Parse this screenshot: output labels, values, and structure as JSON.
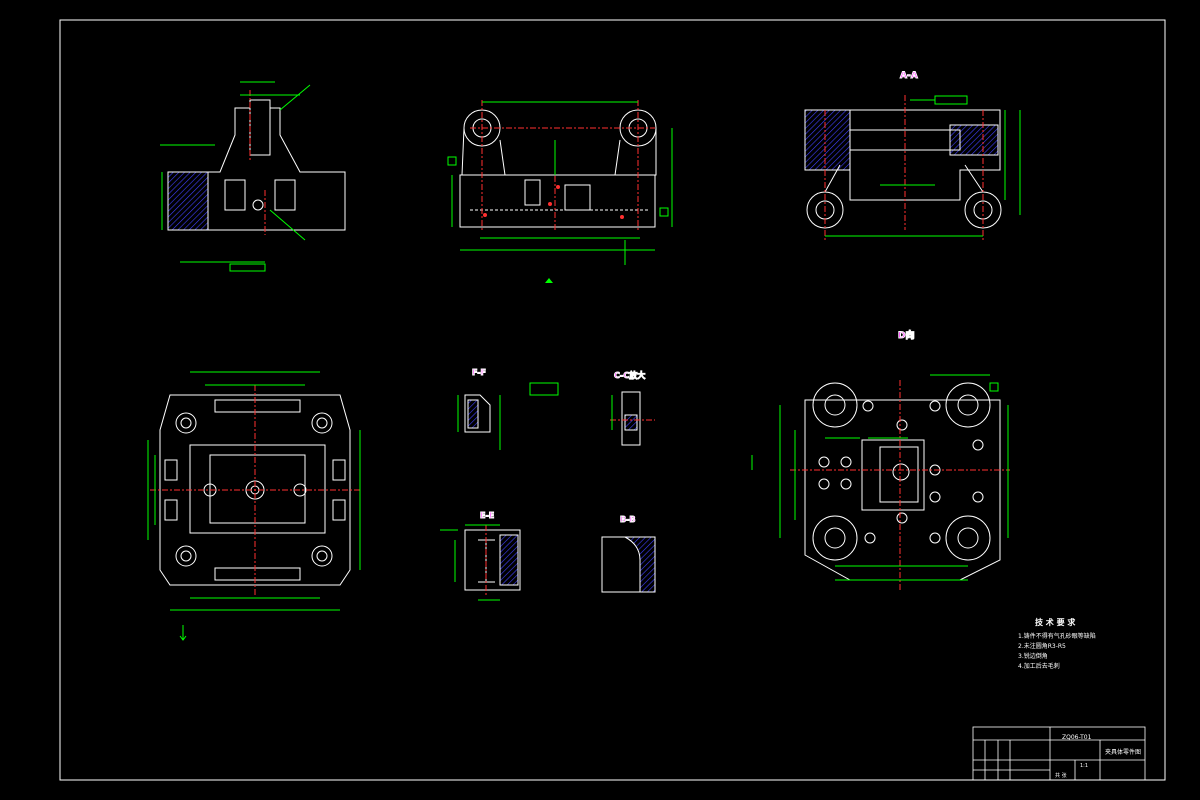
{
  "sections": {
    "aa": "A-A",
    "ff": "F-F",
    "cc": "C-C放大",
    "ee": "E-E",
    "bb": "B-B",
    "dd": "D向"
  },
  "tech_requirements": {
    "title": "技 术 要 求",
    "items": [
      "1.铸件不得有气孔砂眼等缺陷",
      "2.未注圆角R3-R5",
      "3.锐边倒角",
      "4.加工后去毛刺"
    ]
  },
  "title_block": {
    "drawing_no": "ZQ06-T01",
    "part_name": "夹具体零件图",
    "scale": "1:1",
    "sheet": "共 张"
  },
  "colors": {
    "background": "#000000",
    "outline": "#ffffff",
    "dimension": "#00ff00",
    "centerline": "#ff3030",
    "hatch": "#4040ff",
    "section_label": "#ff00ff"
  }
}
